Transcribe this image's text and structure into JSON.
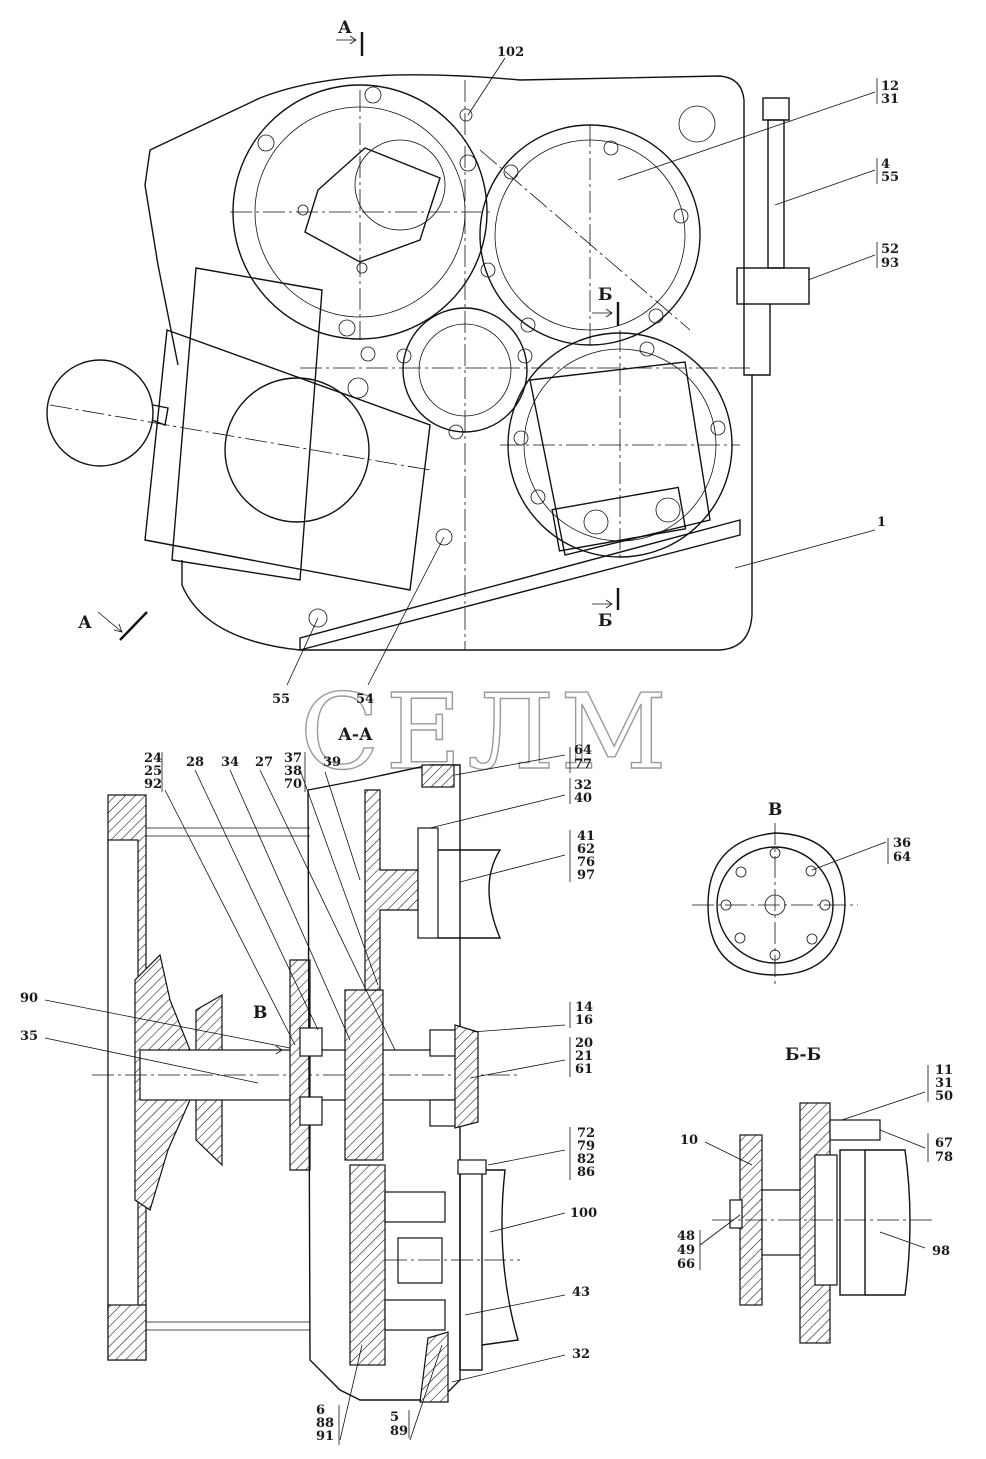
{
  "watermark": "СЕЛМ",
  "views": {
    "section_a": "А-А",
    "section_b": "Б-Б",
    "view_v": "В",
    "arrow_a_top": "А",
    "arrow_a_bottom": "А",
    "arrow_b_top": "Б",
    "arrow_b_bottom": "Б",
    "arrow_v": "В"
  },
  "callouts": {
    "c102": "102",
    "c12_31": [
      "12",
      "31"
    ],
    "c4_55": [
      "4",
      "55"
    ],
    "c52_93": [
      "52",
      "93"
    ],
    "c1": "1",
    "c55": "55",
    "c54": "54",
    "c24_25_92": [
      "24",
      "25",
      "92"
    ],
    "c28": "28",
    "c34": "34",
    "c27": "27",
    "c37_38_70": [
      "37",
      "38",
      "70"
    ],
    "c39": "39",
    "c64_77": [
      "64",
      "77"
    ],
    "c32_40": [
      "32",
      "40"
    ],
    "c41_62_76_97": [
      "41",
      "62",
      "76",
      "97"
    ],
    "c14_16": [
      "14",
      "16"
    ],
    "c20_21_61": [
      "20",
      "21",
      "61"
    ],
    "c90": "90",
    "c35": "35",
    "c72_79_82_86": [
      "72",
      "79",
      "82",
      "86"
    ],
    "c100": "100",
    "c43": "43",
    "c32b": "32",
    "c6_88_91": [
      "6",
      "88",
      "91"
    ],
    "c5_89": [
      "5",
      "89"
    ],
    "c36_64": [
      "36",
      "64"
    ],
    "c11_31_50": [
      "11",
      "31",
      "50"
    ],
    "c10": "10",
    "c67_78": [
      "67",
      "78"
    ],
    "c48_49_66": [
      "48",
      "49",
      "66"
    ],
    "c98": "98"
  }
}
